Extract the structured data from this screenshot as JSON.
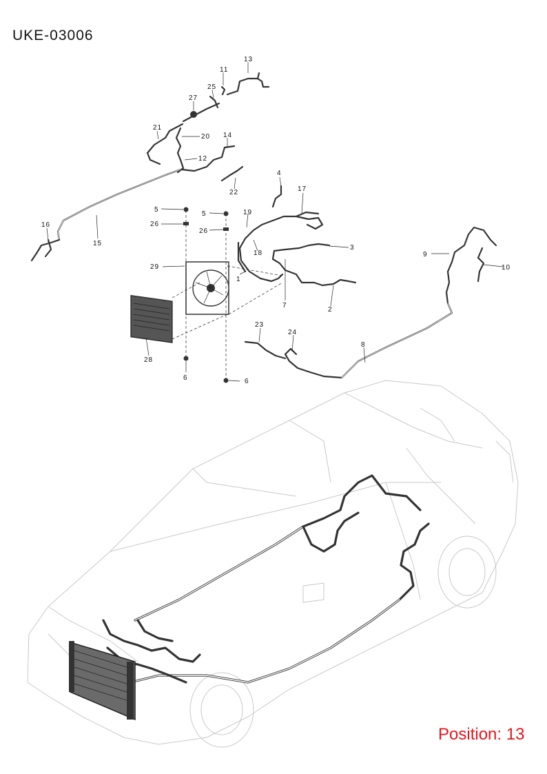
{
  "document": {
    "diagram_id": "UKE-03006",
    "position_label": "Position: 13"
  },
  "callouts": [
    {
      "id": "c13",
      "text": "13"
    },
    {
      "id": "c11",
      "text": "11"
    },
    {
      "id": "c25",
      "text": "25"
    },
    {
      "id": "c27",
      "text": "27"
    },
    {
      "id": "c21",
      "text": "21"
    },
    {
      "id": "c20",
      "text": "20"
    },
    {
      "id": "c14",
      "text": "14"
    },
    {
      "id": "c12",
      "text": "12"
    },
    {
      "id": "c22",
      "text": "22"
    },
    {
      "id": "c4",
      "text": "4"
    },
    {
      "id": "c17",
      "text": "17"
    },
    {
      "id": "c19",
      "text": "19"
    },
    {
      "id": "c18",
      "text": "18"
    },
    {
      "id": "c3",
      "text": "3"
    },
    {
      "id": "c16",
      "text": "16"
    },
    {
      "id": "c15",
      "text": "15"
    },
    {
      "id": "c5a",
      "text": "5"
    },
    {
      "id": "c26a",
      "text": "26"
    },
    {
      "id": "c5b",
      "text": "5"
    },
    {
      "id": "c26b",
      "text": "26"
    },
    {
      "id": "c29",
      "text": "29"
    },
    {
      "id": "c1",
      "text": "1"
    },
    {
      "id": "c7",
      "text": "7"
    },
    {
      "id": "c2",
      "text": "2"
    },
    {
      "id": "c9",
      "text": "9"
    },
    {
      "id": "c10",
      "text": "10"
    },
    {
      "id": "c28",
      "text": "28"
    },
    {
      "id": "c6a",
      "text": "6"
    },
    {
      "id": "c6b",
      "text": "6"
    },
    {
      "id": "c23",
      "text": "23"
    },
    {
      "id": "c24",
      "text": "24"
    },
    {
      "id": "c8",
      "text": "8"
    }
  ]
}
